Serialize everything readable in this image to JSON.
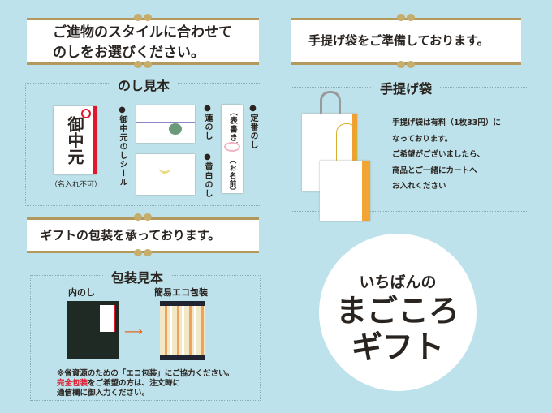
{
  "noshi_banner": {
    "line1": "ご進物のスタイルに合わせて",
    "line2": "のしをお選びください。"
  },
  "bag_banner": {
    "text": "手提げ袋をご準備しております。"
  },
  "gift_banner": {
    "text": "ギフトの包装を承っております。"
  },
  "noshi_sample": {
    "title": "のし見本",
    "seal_text": "御中元",
    "seal_note": "（名入れ不可）",
    "seal_label": "●御中元のしシール",
    "lotus_label": "●蓮のし",
    "yellow_white_label": "●黄白のし",
    "standard_label": "●定番のし",
    "standard_top": "（表書き）",
    "standard_bottom": "（お名前）"
  },
  "bag_section": {
    "title": "手提げ袋",
    "lines": [
      "手提げ袋は有料（1枚33円）に",
      "なっております。",
      "ご希望がございましたら、",
      "商品とご一緒にカートへ",
      "お入れください"
    ]
  },
  "wrap_sample": {
    "title": "包装見本",
    "inner_label": "内のし",
    "eco_label": "簡易エコ包装",
    "note1": "※省資源のための「エコ包装」にご協力ください。",
    "note2_red": "完全包装",
    "note2_rest": "をご希望の方は、注文時に",
    "note3": "通信欄に御入力ください。"
  },
  "circle": {
    "line1": "いちばんの",
    "line2": "まごころ",
    "line3": "ギフト"
  },
  "colors": {
    "background": "#bde2eb",
    "gold": "#b39a5c",
    "accent_red": "#e0182d"
  }
}
